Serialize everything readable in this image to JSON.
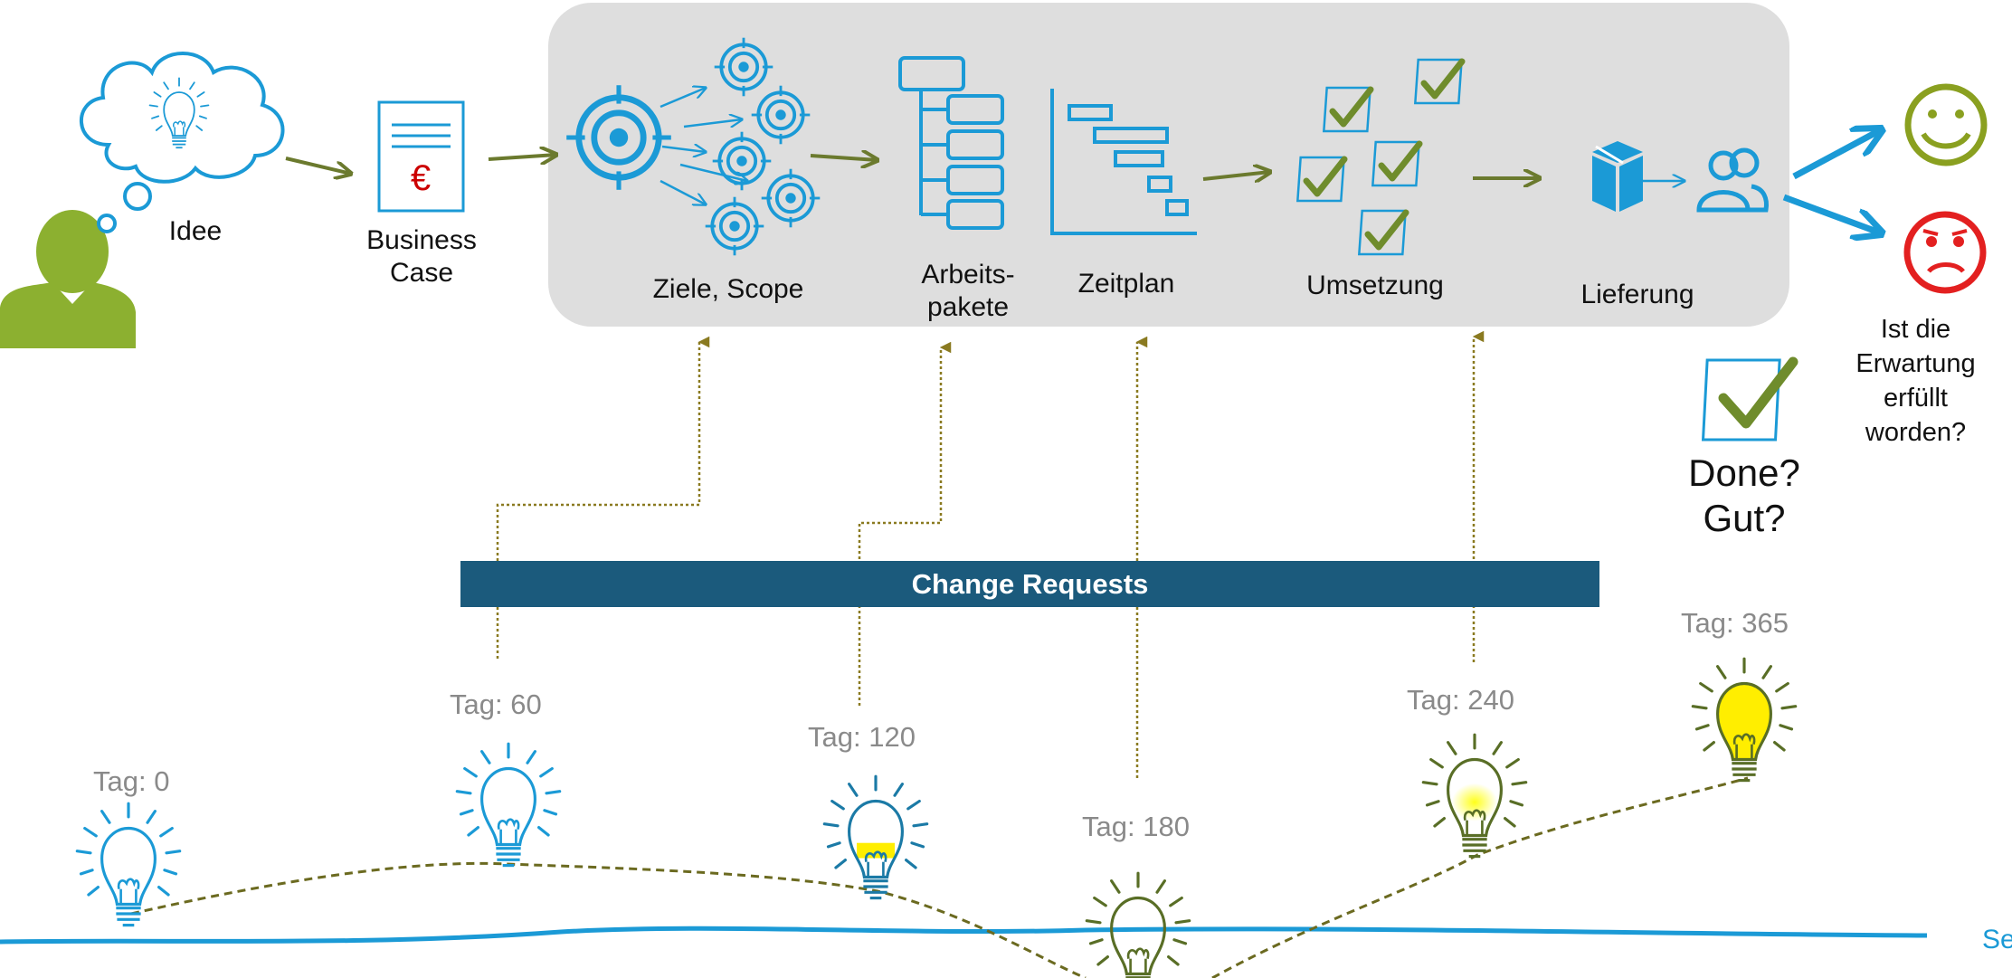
{
  "idea": {
    "label": "Idee"
  },
  "business_case": {
    "label_line1": "Business",
    "label_line2": "Case",
    "currency": "€"
  },
  "stages": [
    {
      "label": "Ziele, Scope"
    },
    {
      "label_line1": "Arbeits-",
      "label_line2": "pakete"
    },
    {
      "label": "Zeitplan"
    },
    {
      "label": "Umsetzung"
    },
    {
      "label": "Lieferung"
    }
  ],
  "change_requests": "Change Requests",
  "done": {
    "line1": "Done?",
    "line2": "Gut?"
  },
  "expectation": {
    "line1": "Ist die",
    "line2": "Erwartung",
    "line3": "erfüllt",
    "line4": "worden?"
  },
  "timeline_tags": [
    {
      "label": "Tag: 0"
    },
    {
      "label": "Tag: 60"
    },
    {
      "label": "Tag: 120"
    },
    {
      "label": "Tag: 180"
    },
    {
      "label": "Tag: 240"
    },
    {
      "label": "Tag: 365"
    }
  ],
  "footer_fragment": "Se",
  "colors": {
    "blue": "#1b9ad6",
    "olive": "#6b7a2e",
    "green": "#8cb030",
    "red": "#e32020",
    "bar": "#1b5a7c",
    "panel": "#dedede",
    "yellow": "#ffee00"
  },
  "icons": [
    "person-icon",
    "cloud-lightbulb-icon",
    "document-euro-icon",
    "target-icon",
    "hierarchy-icon",
    "gantt-icon",
    "checkbox-icon",
    "box-icon",
    "users-icon",
    "smiley-happy-icon",
    "smiley-sad-icon",
    "lightbulb-icon"
  ]
}
